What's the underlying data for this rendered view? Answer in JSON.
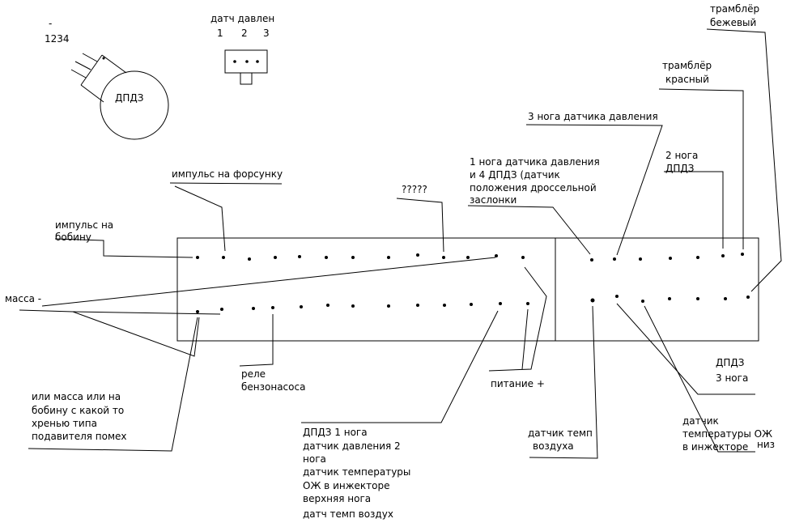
{
  "top_left": {
    "dash": "-",
    "digits": "1234",
    "sensor_label": "ДПДЗ"
  },
  "pressure_sensor": {
    "title": "датч давлен",
    "pin_numbers": [
      "1",
      "2",
      "3"
    ]
  },
  "labels": {
    "tramb_bezh_1": "трамблёр",
    "tramb_bezh_2": "бежевый",
    "tramb_kras_1": "трамблёр",
    "tramb_kras_2": "красный",
    "pressure_leg3": "3 нога датчика давления",
    "leg1_line1": "1 нога датчика давления",
    "leg1_line2": "и 4 ДПДЗ (датчик",
    "leg1_line3": "положения дроссельной",
    "leg1_line4": "заслонки",
    "dpdz2_line1": "2 нога",
    "dpdz2_line2": "ДПДЗ",
    "injector_pulse": "импульс на форсунку",
    "unknown": "?????",
    "coil_pulse_1": "импульс на",
    "coil_pulse_2": "бобину",
    "ground": "масса -",
    "relay_1": "реле",
    "relay_2": "бензонасоса",
    "power": "питание +",
    "dpdz3_line1": "ДПДЗ",
    "dpdz3_line2": "3 нога",
    "ground_or_coil_1": "или масса или на",
    "ground_or_coil_2": "бобину с какой то",
    "ground_or_coil_3": "хренью типа",
    "ground_or_coil_4": "подавителя помех",
    "multi_1": "ДПДЗ 1 нога",
    "multi_2": "датчик давления 2",
    "multi_3": "нога",
    "multi_4": "датчик температуры",
    "multi_5": "ОЖ в инжекторе",
    "multi_6": "верхняя нога",
    "multi_7": "датч темп воздух",
    "air_temp_1": "датчик темп",
    "air_temp_2": "воздуха",
    "coolant_1": "датчик",
    "coolant_2": "температуры ОЖ",
    "coolant_3": "в инжекторе",
    "coolant_4": "низ"
  }
}
